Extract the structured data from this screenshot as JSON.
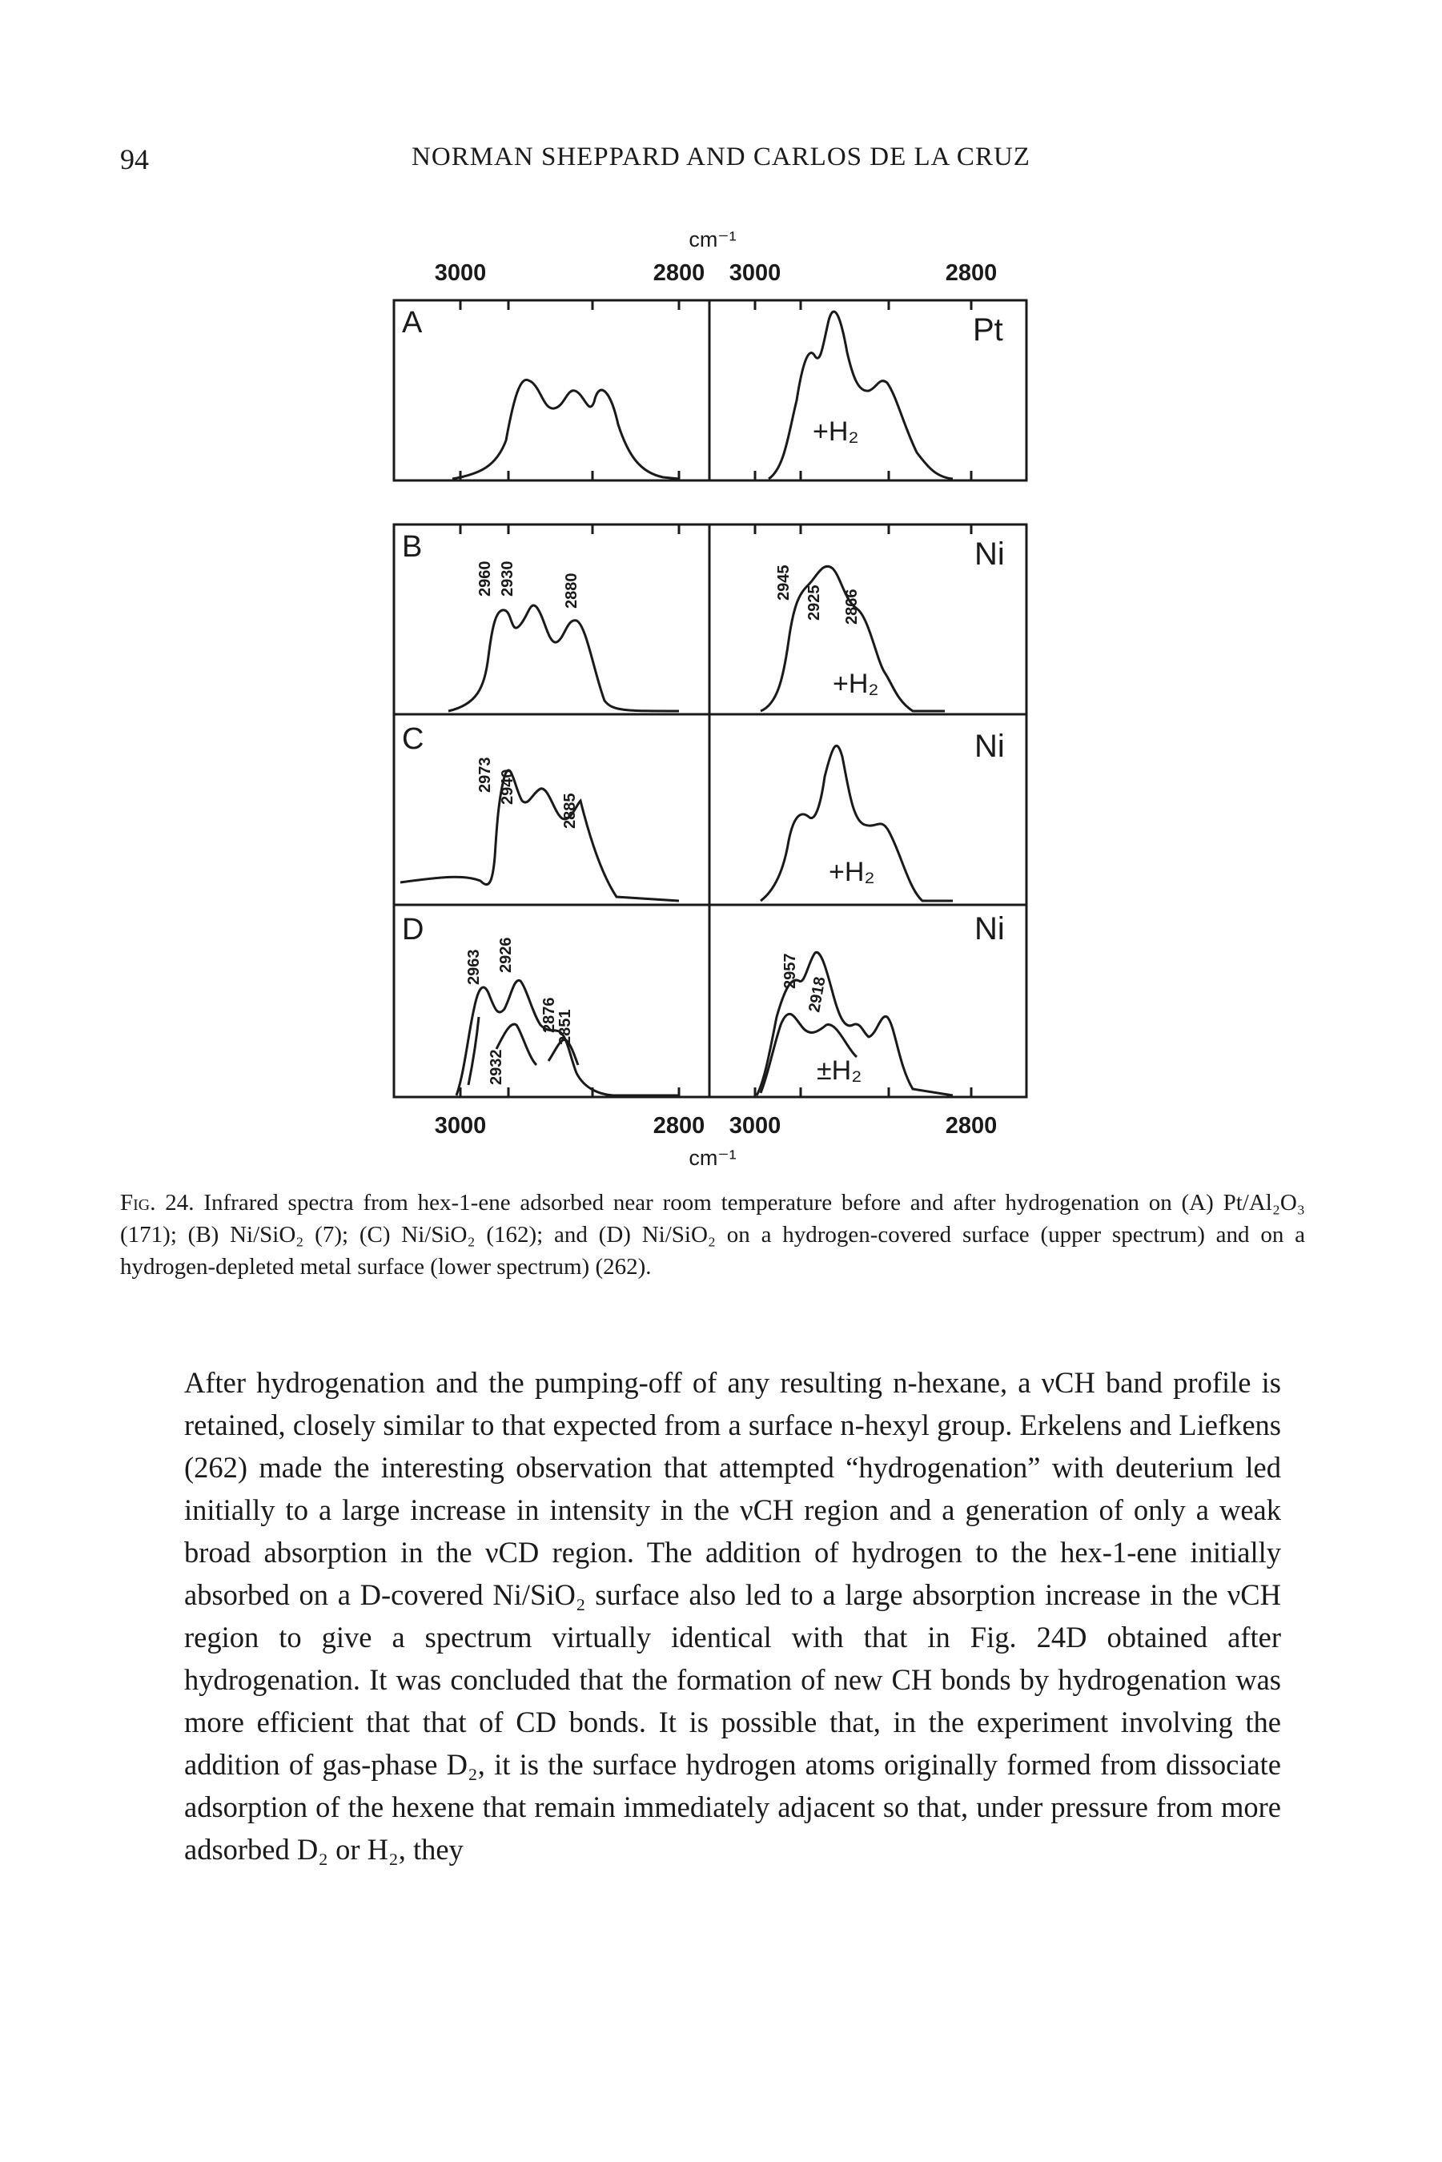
{
  "header": {
    "page_number": "94",
    "running_head": "NORMAN SHEPPARD AND CARLOS DE LA CRUZ"
  },
  "figure": {
    "axis_unit": "cm⁻¹",
    "top_ticks": [
      "3000",
      "2800",
      "3000",
      "2800"
    ],
    "bottom_ticks": [
      "3000",
      "2800",
      "3000",
      "2800"
    ],
    "panels": [
      {
        "letter": "A",
        "metal": "Pt",
        "h2": "+H₂",
        "left_peaks": [],
        "right_peaks": []
      },
      {
        "letter": "B",
        "metal": "Ni",
        "h2": "+H₂",
        "left_peaks": [
          "2960",
          "2930",
          "2880"
        ],
        "right_peaks": [
          "2945",
          "2925",
          "2866"
        ]
      },
      {
        "letter": "C",
        "metal": "Ni",
        "h2": "+H₂",
        "left_peaks": [
          "2973",
          "2940",
          "2885"
        ],
        "right_peaks": []
      },
      {
        "letter": "D",
        "metal": "Ni",
        "h2": "±H₂",
        "left_peaks": [
          "2963",
          "2926",
          "2876",
          "2851",
          "2932"
        ],
        "right_peaks": [
          "2957",
          "2918"
        ]
      }
    ]
  },
  "caption": {
    "lead": "Fig. 24.",
    "text": "Infrared spectra from hex-1-ene adsorbed near room temperature before and after hydrogenation on (A) Pt/Al₂O₃ (171); (B) Ni/SiO₂ (7); (C) Ni/SiO₂ (162); and (D) Ni/SiO₂ on a hydrogen-covered surface (upper spectrum) and on a hydrogen-depleted metal surface (lower spectrum) (262)."
  },
  "body": {
    "paragraph": "After hydrogenation and the pumping-off of any resulting n-hexane, a νCH band profile is retained, closely similar to that expected from a surface n-hexyl group. Erkelens and Liefkens (262) made the interesting observation that attempted “hydrogenation” with deuterium led initially to a large increase in intensity in the νCH region and a generation of only a weak broad absorption in the νCD region. The addition of hydrogen to the hex-1-ene initially absorbed on a D-covered Ni/SiO₂ surface also led to a large absorption increase in the νCH region to give a spectrum virtually identical with that in Fig. 24D obtained after hydrogenation. It was concluded that the formation of new CH bonds by hydrogenation was more efficient that that of CD bonds. It is possible that, in the experiment involving the addition of gas-phase D₂, it is the surface hydrogen atoms originally formed from dissociate adsorption of the hexene that remain immediately adjacent so that, under pressure from more adsorbed D₂ or H₂, they"
  }
}
